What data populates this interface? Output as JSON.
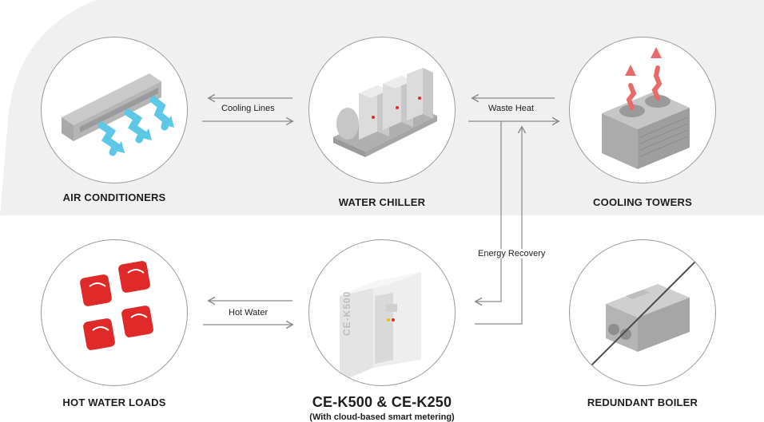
{
  "nodes": {
    "air_conditioners": "AIR CONDITIONERS",
    "water_chiller": "WATER CHILLER",
    "cooling_towers": "COOLING TOWERS",
    "hot_water_loads": "HOT WATER LOADS",
    "ce_k500": "CE-K500 & CE-K250",
    "ce_k500_sub": "(With cloud-based smart metering)",
    "redundant_boiler": "REDUNDANT BOILER",
    "unit_text": "CE-K500"
  },
  "edges": {
    "cooling_lines": "Cooling Lines",
    "waste_heat": "Waste Heat",
    "energy_recovery": "Energy Recovery",
    "hot_water": "Hot Water"
  },
  "colors": {
    "band": "#f0f0f0",
    "accent_red": "#e02a2a",
    "cool_blue": "#5cc7e6",
    "line": "#8a8a8a"
  }
}
